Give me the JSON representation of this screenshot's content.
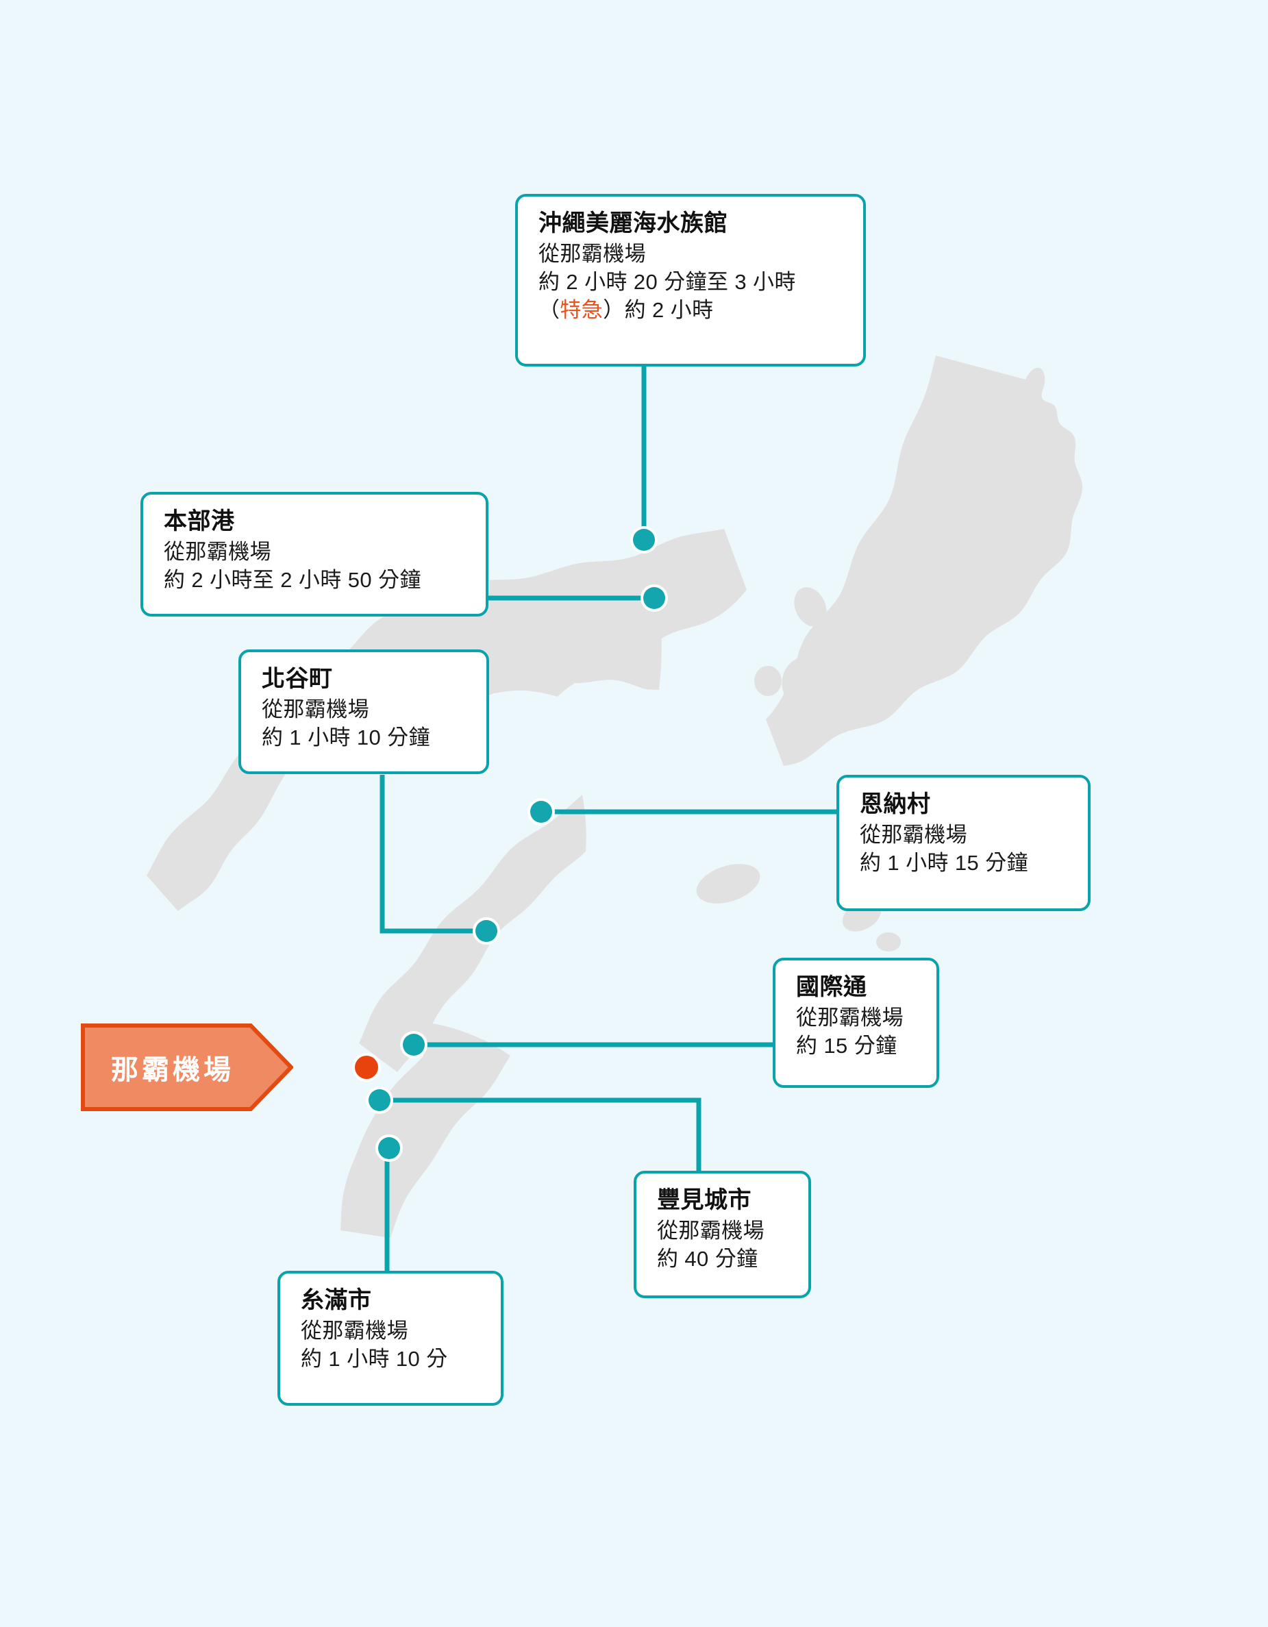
{
  "colors": {
    "background": "#edf8fc",
    "land": "#e2e1e1",
    "teal": "#0aa2ab",
    "orange_fill": "#ef8a62",
    "orange_border": "#e34a12",
    "orange_dot": "#e8430c",
    "text": "#111111",
    "express_highlight": "#e8521d"
  },
  "origin": {
    "label": "那霸機場",
    "marker_name": "naha-airport-marker"
  },
  "from_prefix": "從那霸機場",
  "destinations": [
    {
      "id": "churaumi",
      "title": "沖繩美麗海水族館",
      "from": "從那霸機場",
      "duration": "約 2 小時 20 分鐘至 3 小時",
      "extra_prefix": "（",
      "extra_highlight": "特急",
      "extra_suffix": "）約 2 小時"
    },
    {
      "id": "motobu-port",
      "title": "本部港",
      "from": "從那霸機場",
      "duration": "約 2 小時至 2 小時 50 分鐘"
    },
    {
      "id": "chatan",
      "title": "北谷町",
      "from": "從那霸機場",
      "duration": "約 1 小時 10 分鐘"
    },
    {
      "id": "onna",
      "title": "恩納村",
      "from": "從那霸機場",
      "duration": "約 1 小時 15 分鐘"
    },
    {
      "id": "kokusai-dori",
      "title": "國際通",
      "from": "從那霸機場",
      "duration": "約 15 分鐘"
    },
    {
      "id": "tomigusuku",
      "title": "豐見城市",
      "from": "從那霸機場",
      "duration": "約 40 分鐘"
    },
    {
      "id": "itoman",
      "title": "糸滿市",
      "from": "從那霸機場",
      "duration": "約 1 小時 10 分"
    }
  ]
}
